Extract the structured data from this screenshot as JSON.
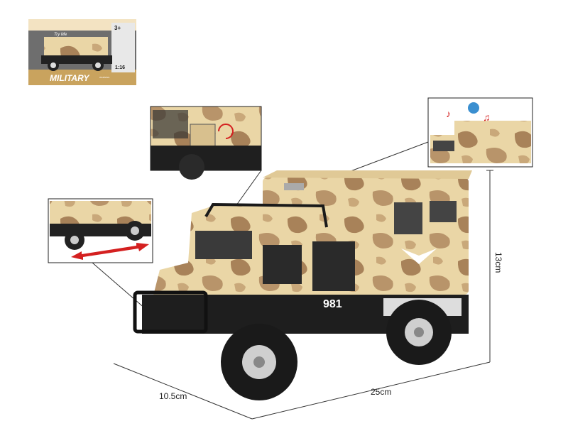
{
  "package": {
    "try_me": "Try Me",
    "age": "3+",
    "scale": "1:16",
    "title": "MILITARY",
    "warning": "WARNING"
  },
  "truck": {
    "number": "981"
  },
  "dimensions": {
    "depth": "10.5cm",
    "length": "25cm",
    "height": "13cm"
  },
  "colors": {
    "sand": "#e8d3a0",
    "camo_brown": "#a07a52",
    "chassis": "#1e1e1e",
    "arrow_red": "#d42020"
  }
}
